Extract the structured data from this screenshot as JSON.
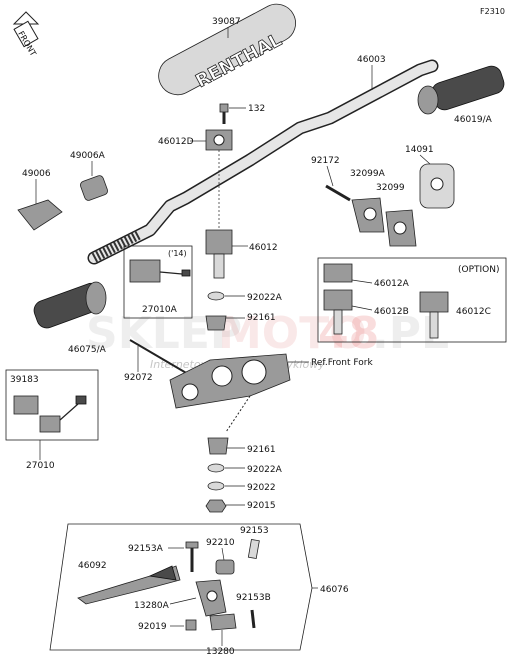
{
  "figure_code": "F2310",
  "front_label": "FRONT",
  "grip_brand": "RENTHAL",
  "option_label": "(OPTION)",
  "year_label": "('14)",
  "ref_label": "Ref.Front Fork",
  "watermark": {
    "brand_a": "SKLEP",
    "brand_b": "MOTO",
    "brand_c": "48",
    "brand_d": ".PL",
    "tagline": "Internetowy sklep motocyklowy"
  },
  "parts": {
    "p39087": "39087",
    "p46003": "46003",
    "p132": "132",
    "p46012D": "46012D",
    "p46019A": "46019/A",
    "p49006A": "49006A",
    "p49006": "49006",
    "p92172": "92172",
    "p14091": "14091",
    "p32099A": "32099A",
    "p32099": "32099",
    "p46012": "46012",
    "p27010A": "27010A",
    "p92022A_top": "92022A",
    "p92161_top": "92161",
    "p46012A": "46012A",
    "p46012B": "46012B",
    "p46012C": "46012C",
    "p46075A": "46075/A",
    "p92072": "92072",
    "p39183": "39183",
    "p27010": "27010",
    "p92161_bot": "92161",
    "p92022A_bot": "92022A",
    "p92022": "92022",
    "p92015": "92015",
    "p92153": "92153",
    "p92153A": "92153A",
    "p92210": "92210",
    "p46092": "46092",
    "p46076": "46076",
    "p13280A": "13280A",
    "p92153B": "92153B",
    "p92019": "92019",
    "p13280": "13280"
  }
}
